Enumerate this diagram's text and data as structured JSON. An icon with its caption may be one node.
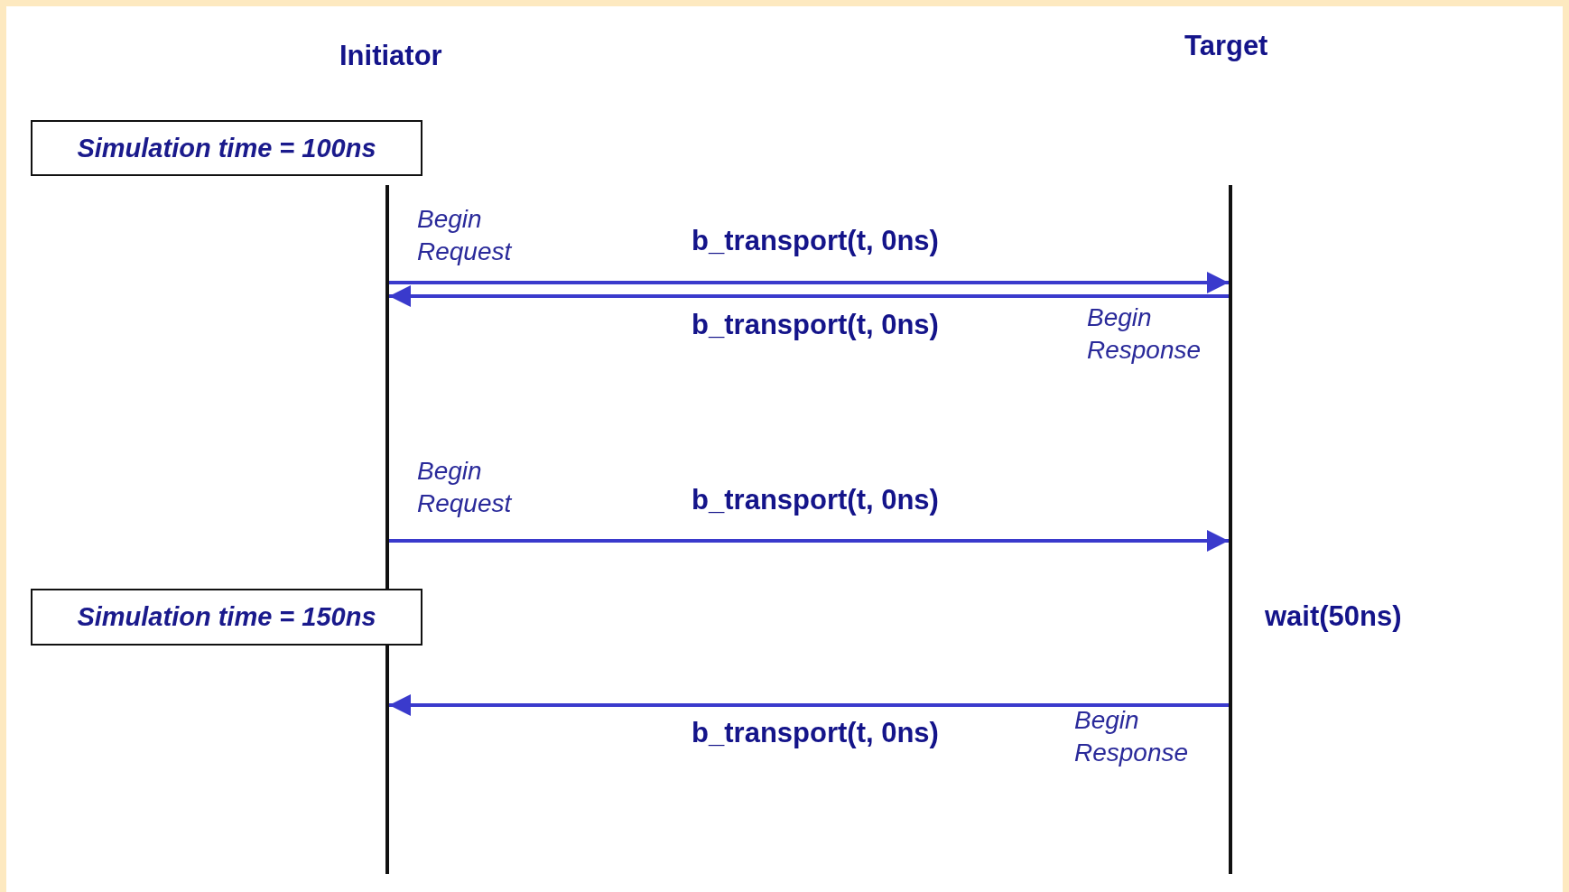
{
  "diagram": {
    "nodes": [
      {
        "text": [],
        "shape": "line"
      },
      {
        "text": [],
        "shape": "line"
      },
      {
        "text": [
          "Simulation time = 100ns"
        ]
      },
      {
        "text": [
          "Simulation time = 150ns"
        ]
      }
    ],
    "edges": [
      {
        "from": 0,
        "to": 1,
        "arrow": "to",
        "label": "b_transport(t, 0ns)"
      },
      {
        "from": 1,
        "to": 0,
        "arrow": "to",
        "label": "b_transport(t, 0ns)"
      },
      {
        "from": 0,
        "to": 1,
        "arrow": "to",
        "label": "b_transport(t, 0ns)"
      },
      {
        "from": 1,
        "to": 0,
        "arrow": "to",
        "label": "b_transport(t, 0ns)"
      }
    ],
    "labels": [
      "Initiator",
      "Target",
      "Begin Request",
      "Begin Response",
      "Begin Request",
      "wait(50ns)",
      "Begin Response"
    ]
  }
}
